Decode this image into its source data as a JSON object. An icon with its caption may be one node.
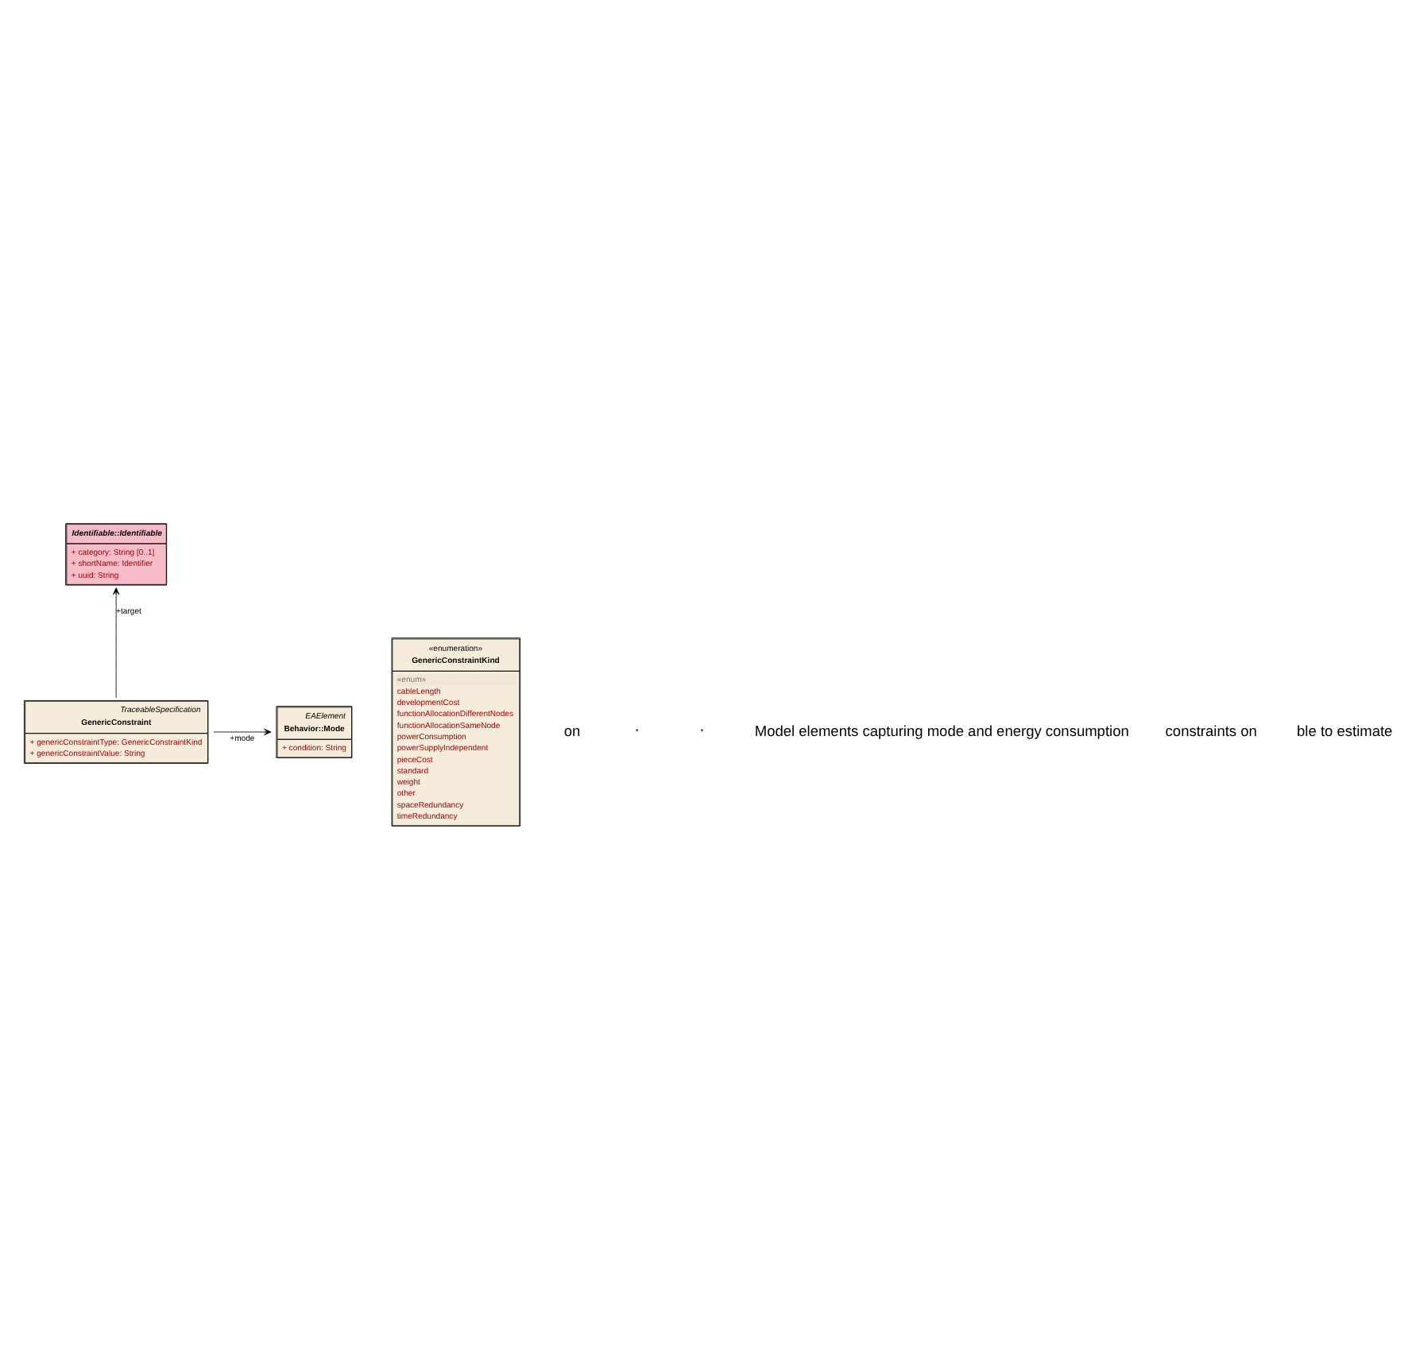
{
  "diagram": {
    "nodes": [
      {
        "text": [
          "Identifiable::Identifiable",
          "+ category: String [0..1]",
          "+ shortName: Identifier",
          "+ uuid: String"
        ]
      },
      {
        "text": [
          "TraceableSpecification",
          "GenericConstraint",
          "+ genericConstraintType: GenericConstraintKind",
          "+ genericConstraintValue: String"
        ]
      },
      {
        "text": [
          "EAElement",
          "Behavior::Mode",
          "+ condition: String"
        ]
      },
      {
        "text": [
          "«enumeration»",
          "GenericConstraintKind",
          "«enum»",
          "cableLength",
          "developmentCost",
          "functionAllocationDifferentNodes",
          "functionAllocationSameNode",
          "powerConsumption",
          "powerSupplyIndependent",
          "pieceCost",
          "standard",
          "weight",
          "other",
          "spaceRedundancy",
          "timeRedundancy"
        ]
      }
    ],
    "edges": [
      {
        "from": 1,
        "to": 0,
        "arrow": "to",
        "label": "+target"
      },
      {
        "from": 1,
        "to": 2,
        "arrow": "to",
        "label": "+mode"
      }
    ],
    "labels": [
      "on",
      "*",
      "*",
      "Model elements capturing mode and energy consumption",
      "constraints on",
      "ble to estimate"
    ]
  }
}
